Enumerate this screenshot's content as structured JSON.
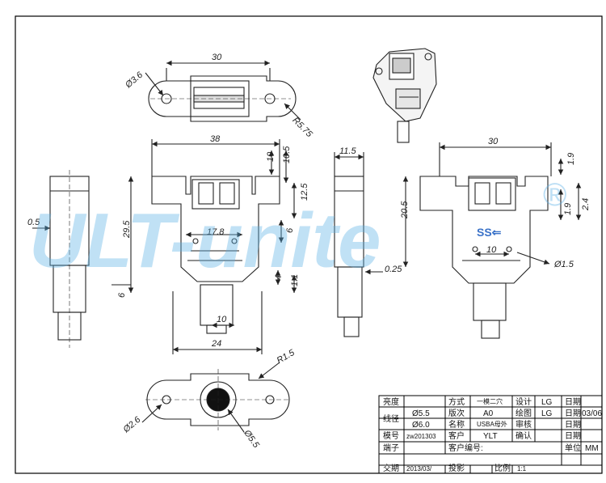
{
  "drawing": {
    "watermark": "ULT-unite",
    "watermark_mark": "®",
    "top_view": {
      "width": "30",
      "hole_dia": "Ø3.6",
      "radius": "R5.75"
    },
    "front_view": {
      "width": "38",
      "d10_5": "10.5",
      "d10": "10",
      "d12_5": "12.5",
      "d29_5": "29.5",
      "d17_8": "17.8",
      "d6a": "6",
      "d4": "4",
      "d1_1": "1.1",
      "d6b": "6",
      "d10b": "10",
      "d24": "24"
    },
    "left_view": {
      "d0_5": "0.5"
    },
    "side_view": {
      "d11_5": "11.5",
      "d0_25": "0.25"
    },
    "back_view": {
      "d30": "30",
      "d20_5": "20.5",
      "d1_9a": "1.9",
      "d1_9b": "1.9",
      "d2_4": "2.4",
      "d10": "10",
      "d1_5": "Ø1.5",
      "logo": "SS⇐"
    },
    "bottom_view": {
      "r1_5": "R1.5",
      "d2_6": "Ø2.6",
      "d5_5": "Ø5.5"
    }
  },
  "title_block": {
    "row1": {
      "l1": "亮度",
      "l2": "方式",
      "v2": "一模二穴",
      "l3": "设计",
      "v3": "LG",
      "l4": "日期"
    },
    "row2": {
      "l1": "线径",
      "v1a": "Ø5.5",
      "v1b": "Ø6.0",
      "l2": "版次",
      "v2": "A0",
      "l3": "绘图",
      "v3": "LG",
      "l4": "日期",
      "v4": "03/06"
    },
    "row3": {
      "l2": "名称",
      "v2": "USBA母外",
      "l3": "审核",
      "l4": "日期"
    },
    "row4": {
      "l1": "模号",
      "v1": "zw201303",
      "l2": "客户",
      "v2": "YLT",
      "l3": "确认",
      "l4": "日期"
    },
    "row5": {
      "l1": "端子",
      "l2": "客户编号:",
      "l4": "单位",
      "v4": "MM"
    },
    "row6": {
      "l1": "交期",
      "v1": "2013/03/",
      "l2": "投影",
      "l3": "比例",
      "v3": "1:1"
    }
  }
}
